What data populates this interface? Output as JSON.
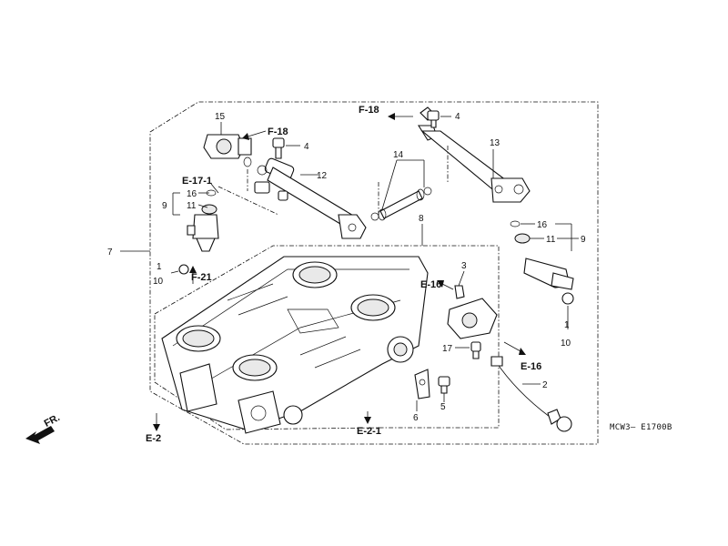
{
  "part_numbers": {
    "p1": "1",
    "p1b": "1",
    "p2": "2",
    "p3": "3",
    "p4a": "4",
    "p4b": "4",
    "p5": "5",
    "p6": "6",
    "p7": "7",
    "p8": "8",
    "p9a": "9",
    "p9b": "9",
    "p10a": "10",
    "p10b": "10",
    "p11a": "11",
    "p11b": "11",
    "p12": "12",
    "p13": "13",
    "p14": "14",
    "p15": "15",
    "p16a": "16",
    "p16b": "16",
    "p17": "17"
  },
  "references": {
    "f18_left": "F-18",
    "f18_top": "F-18",
    "e17_1": "E-17-1",
    "f21": "F-21",
    "e16_left": "E-16",
    "e16_right": "E-16",
    "e2": "E-2",
    "e2_1": "E-2-1"
  },
  "front_label": "FR.",
  "diagram_code": "MCW3– E1700B"
}
